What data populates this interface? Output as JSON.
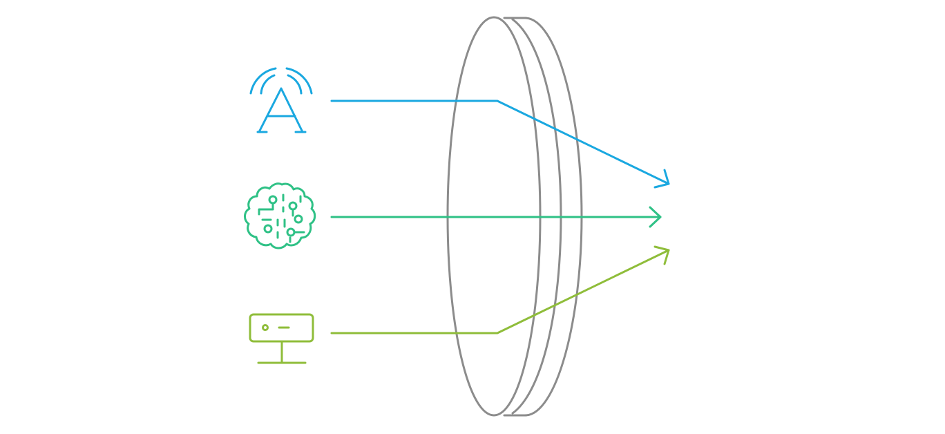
{
  "colors": {
    "background": "#ffffff",
    "lens": "#8c8c8c",
    "antenna": "#1aa8e0",
    "brain": "#2fc186",
    "device": "#8fbd3a"
  },
  "diagram": {
    "lens": {
      "icon": "lens-disc"
    },
    "sources": [
      {
        "icon": "antenna-icon",
        "color_key": "antenna",
        "direction": "deflected-down"
      },
      {
        "icon": "brain-chip-icon",
        "color_key": "brain",
        "direction": "straight"
      },
      {
        "icon": "monitor-device-icon",
        "color_key": "device",
        "direction": "deflected-up"
      }
    ]
  }
}
